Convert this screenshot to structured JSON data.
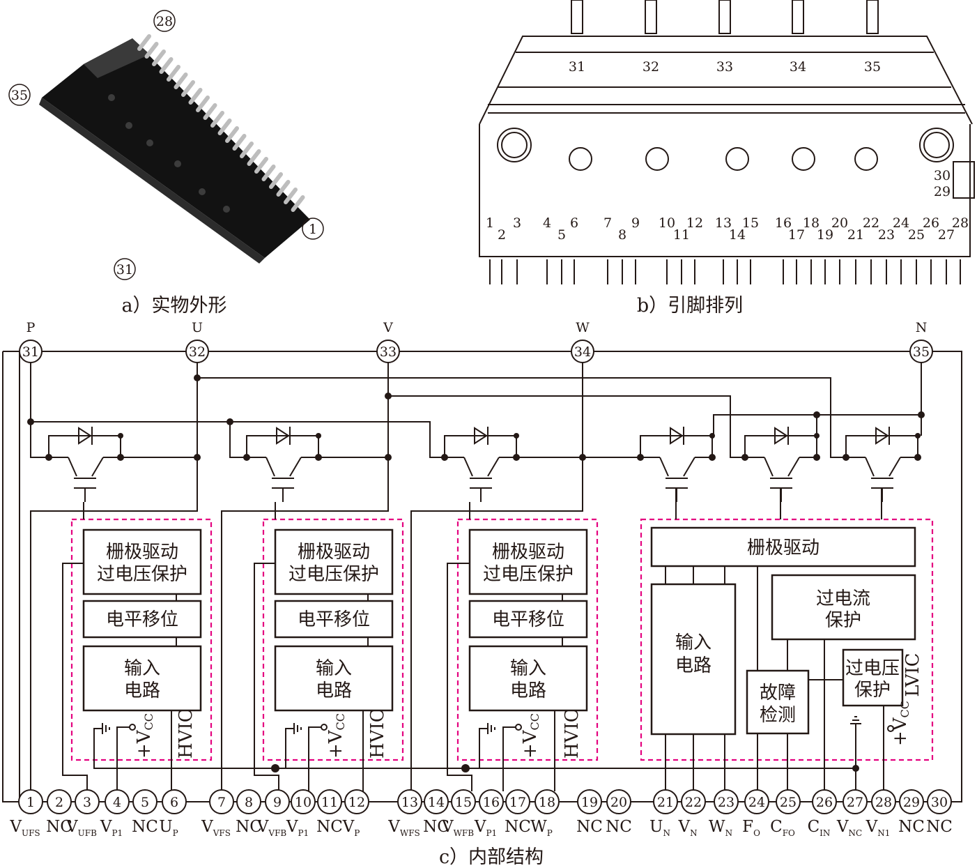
{
  "captions": {
    "a": "a）实物外形",
    "b": "b）引脚排列",
    "c": "c）内部结构"
  },
  "photo": {
    "pin_labels": [
      "28",
      "35",
      "1",
      "31"
    ]
  },
  "pin_layout": {
    "top_pins": [
      "31",
      "32",
      "33",
      "34",
      "35"
    ],
    "bottom_pins": [
      "1",
      "2",
      "3",
      "4",
      "5",
      "6",
      "7",
      "8",
      "9",
      "10",
      "11",
      "12",
      "13",
      "14",
      "15",
      "16",
      "17",
      "18",
      "19",
      "20",
      "21",
      "22",
      "23",
      "24",
      "25",
      "26",
      "27",
      "28"
    ],
    "side_pins": [
      "30",
      "29"
    ]
  },
  "power_terminals": [
    {
      "num": "31",
      "name": "P"
    },
    {
      "num": "32",
      "name": "U"
    },
    {
      "num": "33",
      "name": "V"
    },
    {
      "num": "34",
      "name": "W"
    },
    {
      "num": "35",
      "name": "N"
    }
  ],
  "high_side": {
    "gate_block": [
      "栅极驱动",
      "过电压保护"
    ],
    "level_block": "电平移位",
    "input_block": [
      "输入",
      "电路"
    ],
    "vcc_label": "+V",
    "vcc_sub": "CC",
    "chip_label": "HVIC"
  },
  "low_side": {
    "gate_block": "栅极驱动",
    "input_block": [
      "输入",
      "电路"
    ],
    "ocp_block": [
      "过电流",
      "保护"
    ],
    "fault_block": [
      "故障",
      "检测"
    ],
    "ovp_block": [
      "过电压",
      "保护"
    ],
    "chip_label": "LVIC",
    "vcc_label": "+V",
    "vcc_sub": "CC"
  },
  "bottom_pins": [
    {
      "num": "1",
      "main": "V",
      "sub": "UFS"
    },
    {
      "num": "2",
      "main": "NC",
      "sub": ""
    },
    {
      "num": "3",
      "main": "V",
      "sub": "UFB"
    },
    {
      "num": "4",
      "main": "V",
      "sub": "P1"
    },
    {
      "num": "5",
      "main": "NC",
      "sub": ""
    },
    {
      "num": "6",
      "main": "U",
      "sub": "P"
    },
    {
      "num": "7",
      "main": "V",
      "sub": "VFS"
    },
    {
      "num": "8",
      "main": "NC",
      "sub": ""
    },
    {
      "num": "9",
      "main": "V",
      "sub": "VFB"
    },
    {
      "num": "10",
      "main": "V",
      "sub": "P1"
    },
    {
      "num": "11",
      "main": "NC",
      "sub": ""
    },
    {
      "num": "12",
      "main": "V",
      "sub": "P"
    },
    {
      "num": "13",
      "main": "V",
      "sub": "WFS"
    },
    {
      "num": "14",
      "main": "NC",
      "sub": ""
    },
    {
      "num": "15",
      "main": "V",
      "sub": "WFB"
    },
    {
      "num": "16",
      "main": "V",
      "sub": "P1"
    },
    {
      "num": "17",
      "main": "NC",
      "sub": ""
    },
    {
      "num": "18",
      "main": "W",
      "sub": "P"
    },
    {
      "num": "19",
      "main": "NC",
      "sub": ""
    },
    {
      "num": "20",
      "main": "NC",
      "sub": ""
    },
    {
      "num": "21",
      "main": "U",
      "sub": "N"
    },
    {
      "num": "22",
      "main": "V",
      "sub": "N"
    },
    {
      "num": "23",
      "main": "W",
      "sub": "N"
    },
    {
      "num": "24",
      "main": "F",
      "sub": "O"
    },
    {
      "num": "25",
      "main": "C",
      "sub": "FO"
    },
    {
      "num": "26",
      "main": "C",
      "sub": "IN"
    },
    {
      "num": "27",
      "main": "V",
      "sub": "NC"
    },
    {
      "num": "28",
      "main": "V",
      "sub": "N1"
    },
    {
      "num": "29",
      "main": "NC",
      "sub": ""
    },
    {
      "num": "30",
      "main": "NC",
      "sub": ""
    }
  ]
}
